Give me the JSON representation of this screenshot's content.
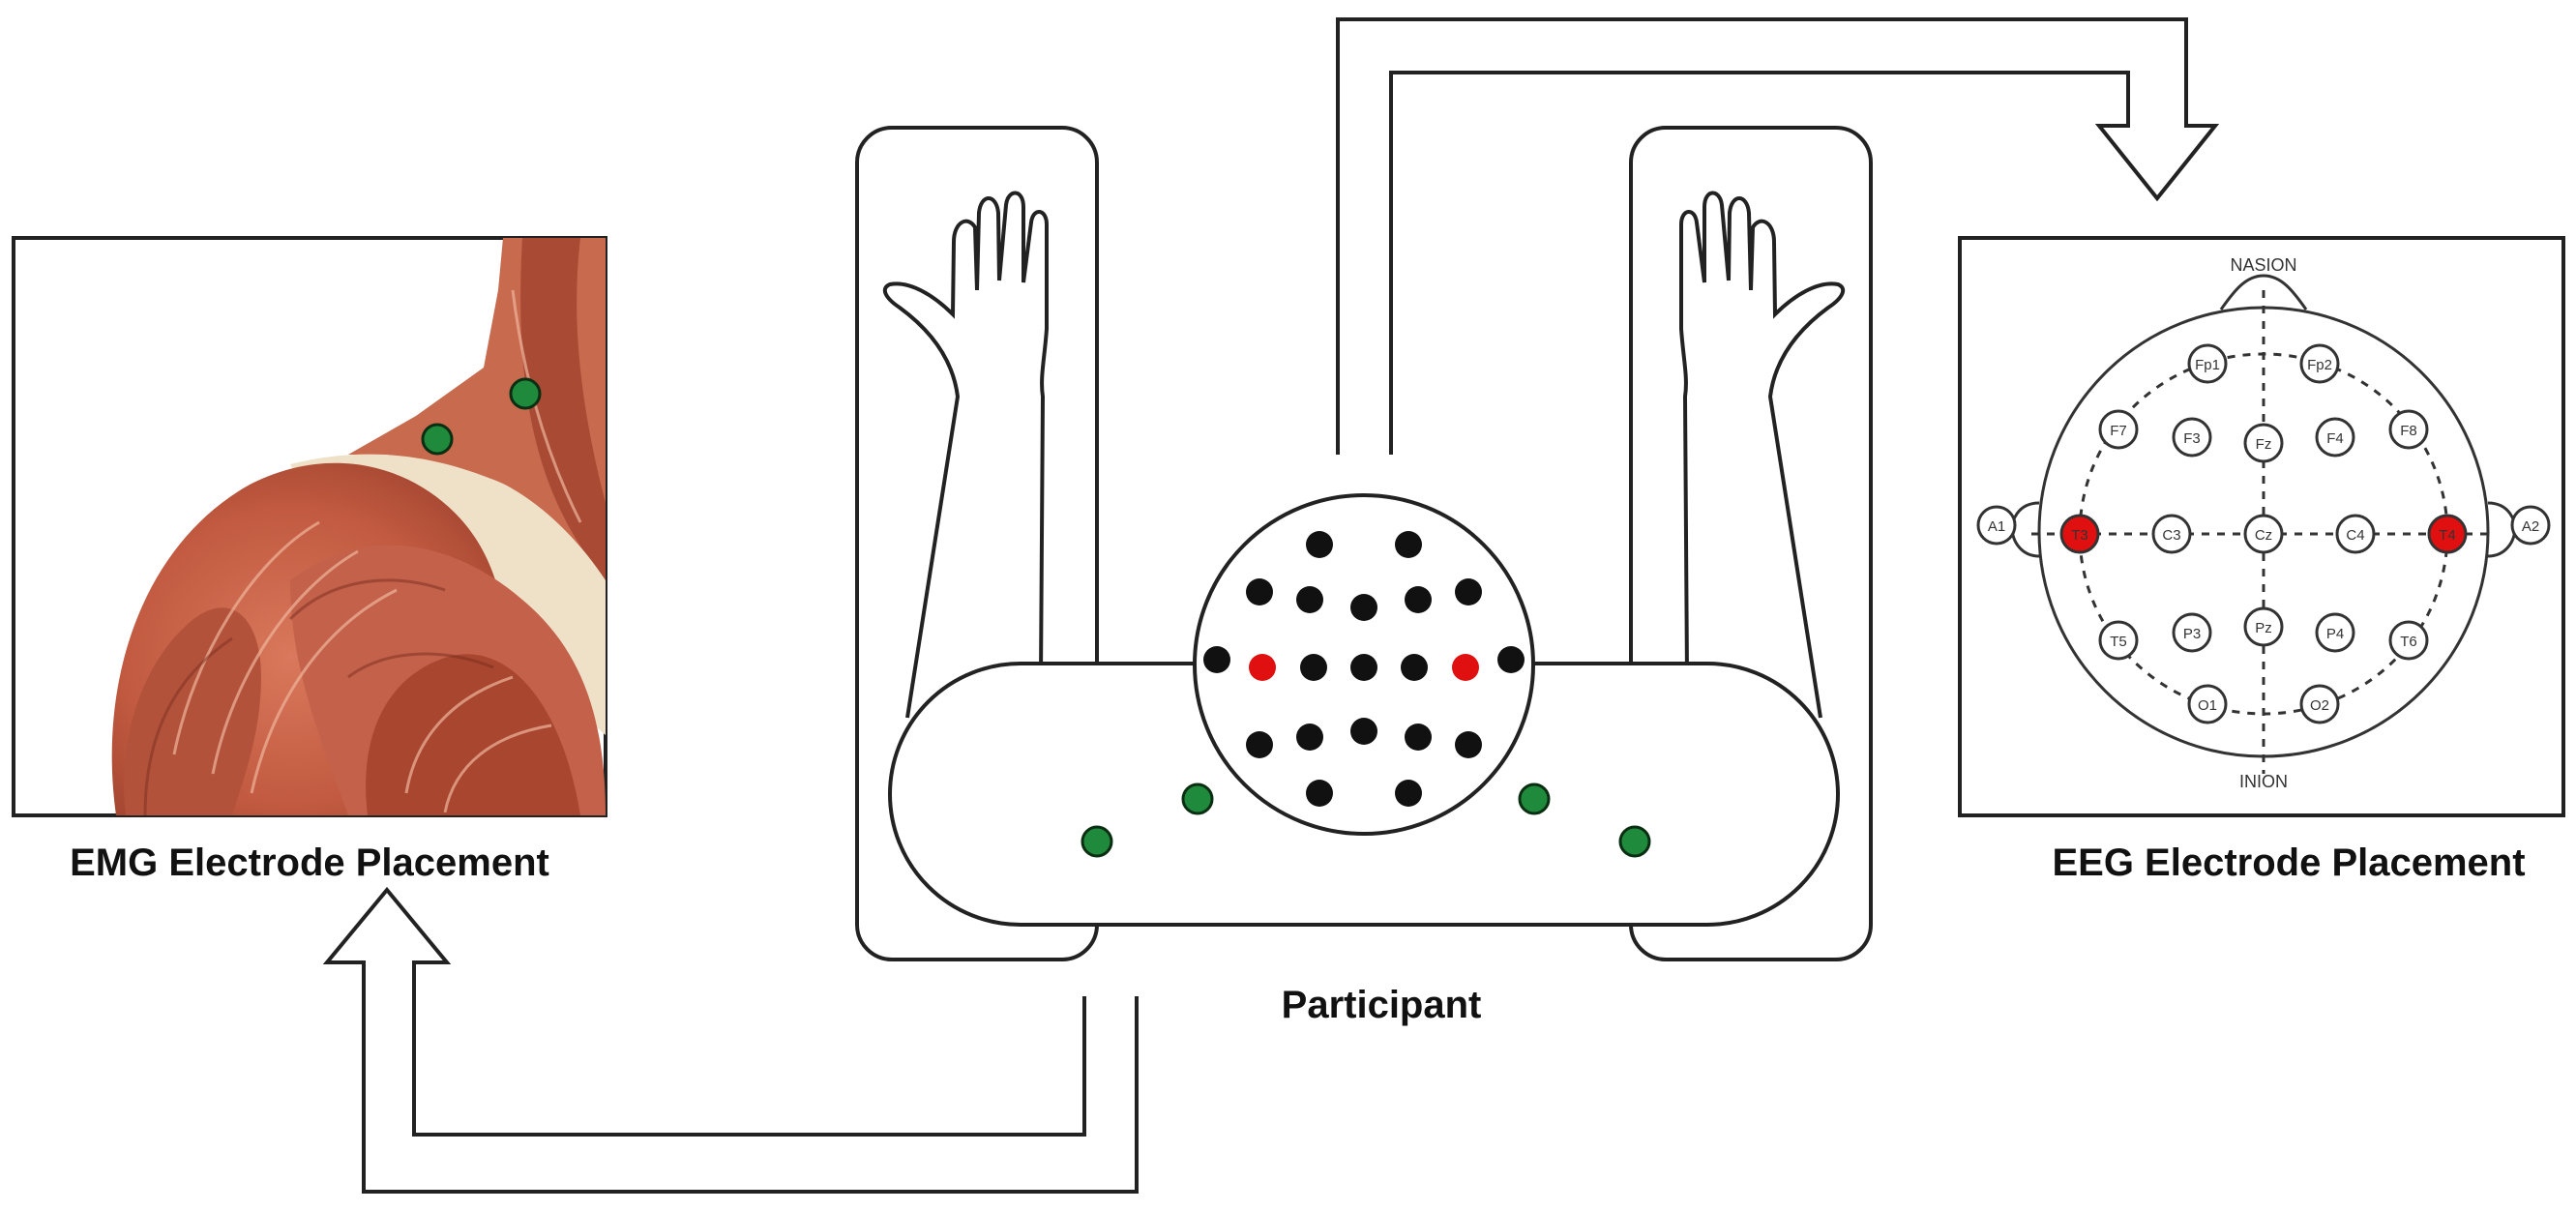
{
  "labels": {
    "emg": "EMG Electrode Placement",
    "eeg": "EEG Electrode Placement",
    "participant": "Participant",
    "nasion": "NASION",
    "inion": "INION"
  },
  "eeg_electrodes": [
    {
      "id": "Fp1",
      "active": false
    },
    {
      "id": "Fp2",
      "active": false
    },
    {
      "id": "F7",
      "active": false
    },
    {
      "id": "F3",
      "active": false
    },
    {
      "id": "Fz",
      "active": false
    },
    {
      "id": "F4",
      "active": false
    },
    {
      "id": "F8",
      "active": false
    },
    {
      "id": "A1",
      "active": false
    },
    {
      "id": "T3",
      "active": true
    },
    {
      "id": "C3",
      "active": false
    },
    {
      "id": "Cz",
      "active": false
    },
    {
      "id": "C4",
      "active": false
    },
    {
      "id": "T4",
      "active": true
    },
    {
      "id": "A2",
      "active": false
    },
    {
      "id": "T5",
      "active": false
    },
    {
      "id": "P3",
      "active": false
    },
    {
      "id": "Pz",
      "active": false
    },
    {
      "id": "P4",
      "active": false
    },
    {
      "id": "T6",
      "active": false
    },
    {
      "id": "O1",
      "active": false
    },
    {
      "id": "O2",
      "active": false
    }
  ],
  "colors": {
    "emg_electrode": "#1f8a3c",
    "eeg_active": "#e01010",
    "eeg_inactive": "#111111",
    "outline": "#222222",
    "muscle": "#c9654a",
    "tendon": "#efe1c8"
  }
}
